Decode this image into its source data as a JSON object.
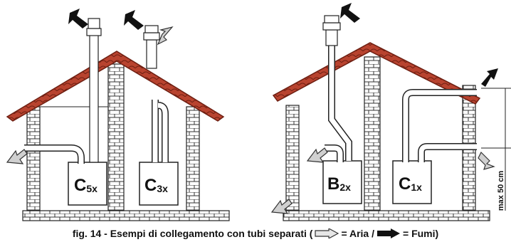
{
  "figure": {
    "boilers": [
      {
        "code": "C",
        "sub": "5x"
      },
      {
        "code": "C",
        "sub": "3x"
      },
      {
        "code": "B",
        "sub": "2x"
      },
      {
        "code": "C",
        "sub": "1x"
      }
    ],
    "dimension_label": "max 50 cm",
    "caption": {
      "prefix": "fig. 14 - Esempi di collegamento con tubi separati (",
      "air_text": " = Aria / ",
      "fumes_text": " = Fumi)"
    },
    "legend_icons": {
      "air": "air-arrow-icon",
      "fumes": "fumes-arrow-icon"
    }
  },
  "colors": {
    "roof": "#b8432f",
    "roof_edge": "#7a2415",
    "line": "#222222",
    "air_arrow": "#c9c9c9",
    "fumes_arrow": "#111111"
  }
}
